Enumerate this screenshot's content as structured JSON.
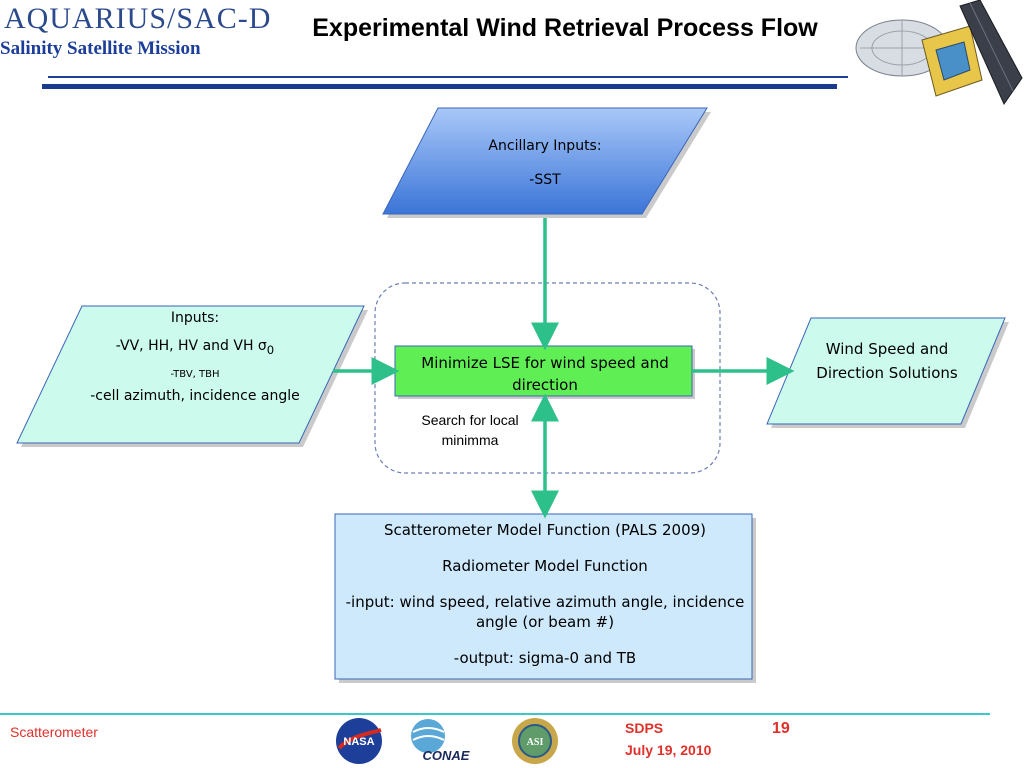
{
  "header": {
    "logo_text": "AQUARIUS/SAC-D",
    "logo_subtitle": "Salinity Satellite Mission",
    "title": "Experimental Wind Retrieval Process Flow"
  },
  "flow": {
    "ancillary": {
      "label": "Ancillary Inputs:",
      "item": "-SST"
    },
    "inputs": {
      "label": "Inputs:",
      "line1": "-VV, HH, HV and VH σ",
      "line1_sub": "0",
      "line2": "-TBV, TBH",
      "line3": "-cell azimuth, incidence angle"
    },
    "minimize": {
      "label": "Minimize LSE for wind speed and direction"
    },
    "search_note": "Search for local minimma",
    "output": {
      "label": "Wind Speed and Direction Solutions"
    },
    "model": {
      "line1": "Scatterometer Model Function (PALS 2009)",
      "line2": "Radiometer Model Function",
      "line3": "-input: wind speed, relative azimuth angle, incidence angle (or beam #)",
      "line4": "-output: sigma-0 and TB"
    }
  },
  "footer": {
    "section": "Scatterometer",
    "org": "SDPS",
    "date": "July 19, 2010",
    "page": "19",
    "logos": [
      "NASA",
      "CONAE",
      "ASI"
    ]
  },
  "colors": {
    "title_blue": "#1c3d99",
    "rule_blue": "#1a3a8c",
    "accent_red": "#e0302a",
    "arrow_teal": "#2ec08a",
    "light_cyan": "#ccfaec",
    "light_blue": "#cde9fb",
    "green_box": "#5fef55",
    "blue_gradient_top": "#a9c8f8",
    "blue_gradient_bottom": "#3b75d8"
  }
}
